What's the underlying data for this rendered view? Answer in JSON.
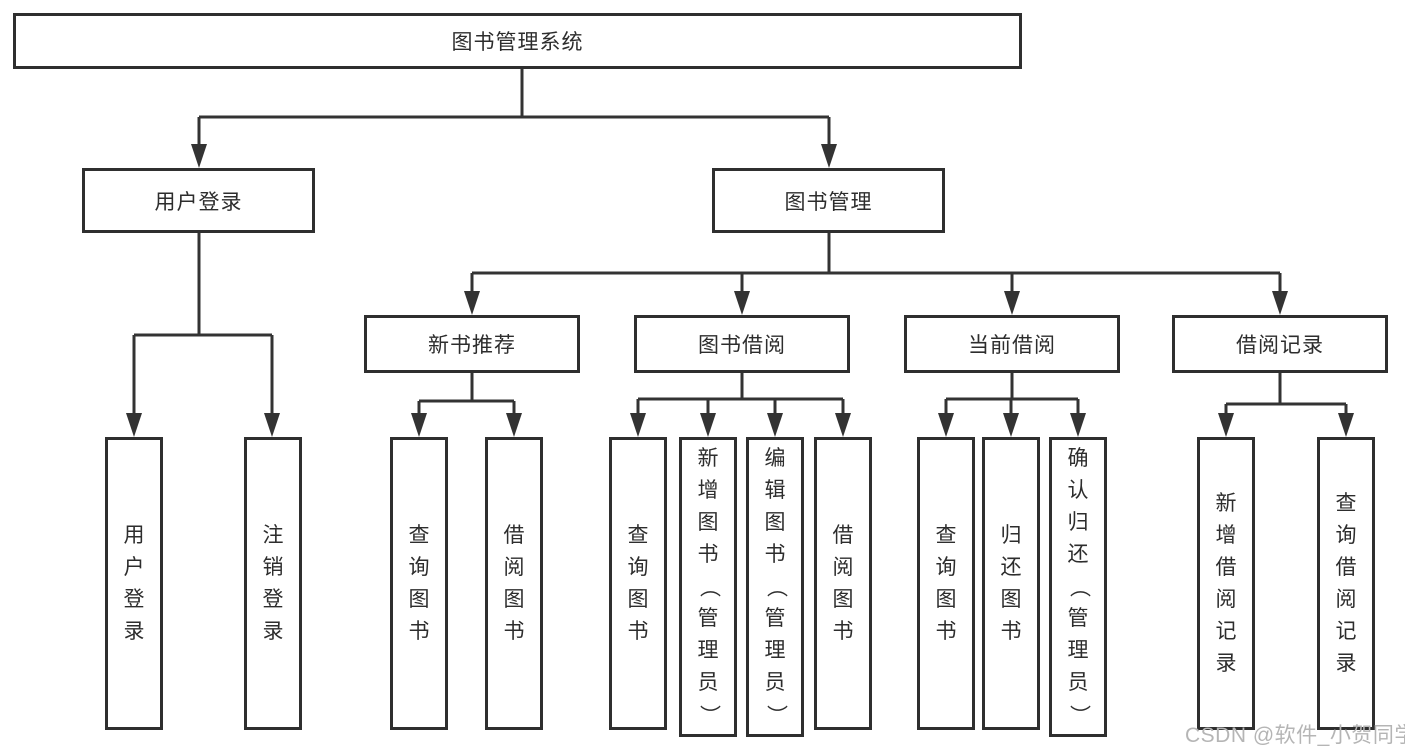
{
  "diagram": {
    "root": {
      "label": "图书管理系统"
    },
    "level2": [
      {
        "id": "user-login",
        "label": "用户登录"
      },
      {
        "id": "book-management",
        "label": "图书管理"
      }
    ],
    "level3": [
      {
        "id": "new-book-recommendation",
        "label": "新书推荐"
      },
      {
        "id": "book-borrowing",
        "label": "图书借阅"
      },
      {
        "id": "current-borrowing",
        "label": "当前借阅"
      },
      {
        "id": "borrowing-records",
        "label": "借阅记录"
      }
    ],
    "leaves": {
      "user_login_children": [
        {
          "label": "用户登录"
        },
        {
          "label": "注销登录"
        }
      ],
      "new_book_children": [
        {
          "label": "查询图书"
        },
        {
          "label": "借阅图书"
        }
      ],
      "book_borrow_children": [
        {
          "label": "查询图书"
        },
        {
          "label": "新增图书（管理员）"
        },
        {
          "label": "编辑图书（管理员）"
        },
        {
          "label": "借阅图书"
        }
      ],
      "current_borrow_children": [
        {
          "label": "查询图书"
        },
        {
          "label": "归还图书"
        },
        {
          "label": "确认归还（管理员）"
        }
      ],
      "borrow_record_children": [
        {
          "label": "新增借阅记录"
        },
        {
          "label": "查询借阅记录"
        }
      ]
    }
  },
  "watermark": {
    "text": "CSDN @软件_小贺同学",
    "color": "#b5b5b5"
  },
  "colors": {
    "line": "#333333",
    "border": "#2f2f2f",
    "text": "#2d2d2d",
    "background": "#ffffff"
  }
}
